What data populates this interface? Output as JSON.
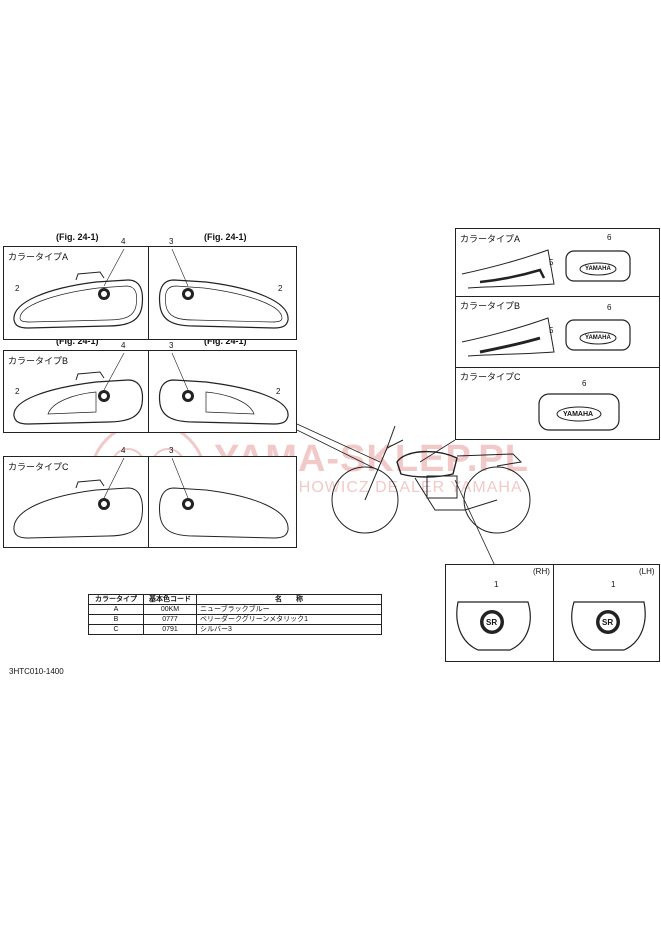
{
  "fig_labels": {
    "a_left": "(Fig. 24-1)",
    "a_right": "(Fig. 24-1)",
    "b_left": "(Fig. 24-1)",
    "b_right": "(Fig. 24-1)"
  },
  "panels": {
    "color_a": "カラータイプA",
    "color_b": "カラータイプB",
    "color_c": "カラータイプC",
    "detail_a": "カラータイプA",
    "detail_b": "カラータイプB",
    "detail_c": "カラータイプC",
    "rh": "(RH)",
    "lh": "(LH)"
  },
  "callouts": {
    "n1": "1",
    "n2": "2",
    "n3": "3",
    "n4": "4",
    "n5": "5",
    "n6": "6"
  },
  "badges": {
    "yamaha": "YAMAHA",
    "sr": "SR"
  },
  "watermark": {
    "line1": "YAMA-SKLEP.PL",
    "line2": "WOJCIECHOWICZ DEALER YAMAHA"
  },
  "table": {
    "headers": [
      "カラータイプ",
      "基本色コード",
      "名　　称"
    ],
    "rows": [
      [
        "A",
        "00KM",
        "ニューブラックブルー"
      ],
      [
        "B",
        "0777",
        "ベリーダークグリーンメタリック1"
      ],
      [
        "C",
        "0791",
        "シルバー3"
      ]
    ]
  },
  "part_code": "3HTC010-1400",
  "colors": {
    "line": "#222222",
    "watermark": "#f2c9c9"
  }
}
